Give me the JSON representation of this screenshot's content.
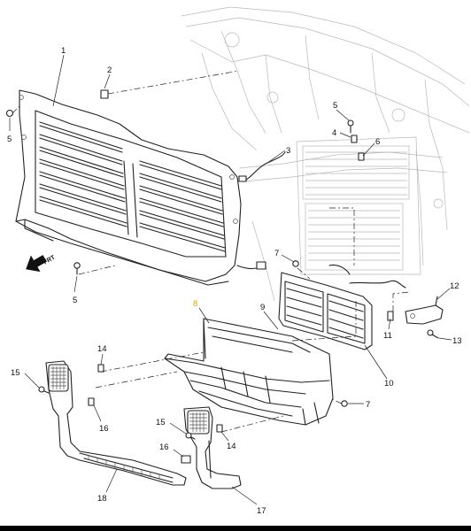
{
  "diagram": {
    "orientation_label": "FRT",
    "highlight_color": "#e0a400",
    "callouts": [
      {
        "id": "c1",
        "text": "1",
        "highlight": false
      },
      {
        "id": "c2",
        "text": "2",
        "highlight": false
      },
      {
        "id": "c3",
        "text": "3",
        "highlight": false
      },
      {
        "id": "c4",
        "text": "4",
        "highlight": false
      },
      {
        "id": "c5a",
        "text": "5",
        "highlight": false
      },
      {
        "id": "c5b",
        "text": "5",
        "highlight": false
      },
      {
        "id": "c5c",
        "text": "5",
        "highlight": false
      },
      {
        "id": "c6",
        "text": "6",
        "highlight": false
      },
      {
        "id": "c7a",
        "text": "7",
        "highlight": false
      },
      {
        "id": "c7b",
        "text": "7",
        "highlight": false
      },
      {
        "id": "c8",
        "text": "8",
        "highlight": true
      },
      {
        "id": "c9",
        "text": "9",
        "highlight": false
      },
      {
        "id": "c10",
        "text": "10",
        "highlight": false
      },
      {
        "id": "c11",
        "text": "11",
        "highlight": false
      },
      {
        "id": "c12",
        "text": "12",
        "highlight": false
      },
      {
        "id": "c13",
        "text": "13",
        "highlight": false
      },
      {
        "id": "c14a",
        "text": "14",
        "highlight": false
      },
      {
        "id": "c14b",
        "text": "14",
        "highlight": false
      },
      {
        "id": "c15a",
        "text": "15",
        "highlight": false
      },
      {
        "id": "c15b",
        "text": "15",
        "highlight": false
      },
      {
        "id": "c16a",
        "text": "16",
        "highlight": false
      },
      {
        "id": "c16b",
        "text": "16",
        "highlight": false
      },
      {
        "id": "c17",
        "text": "17",
        "highlight": false
      },
      {
        "id": "c18",
        "text": "18",
        "highlight": false
      }
    ]
  }
}
